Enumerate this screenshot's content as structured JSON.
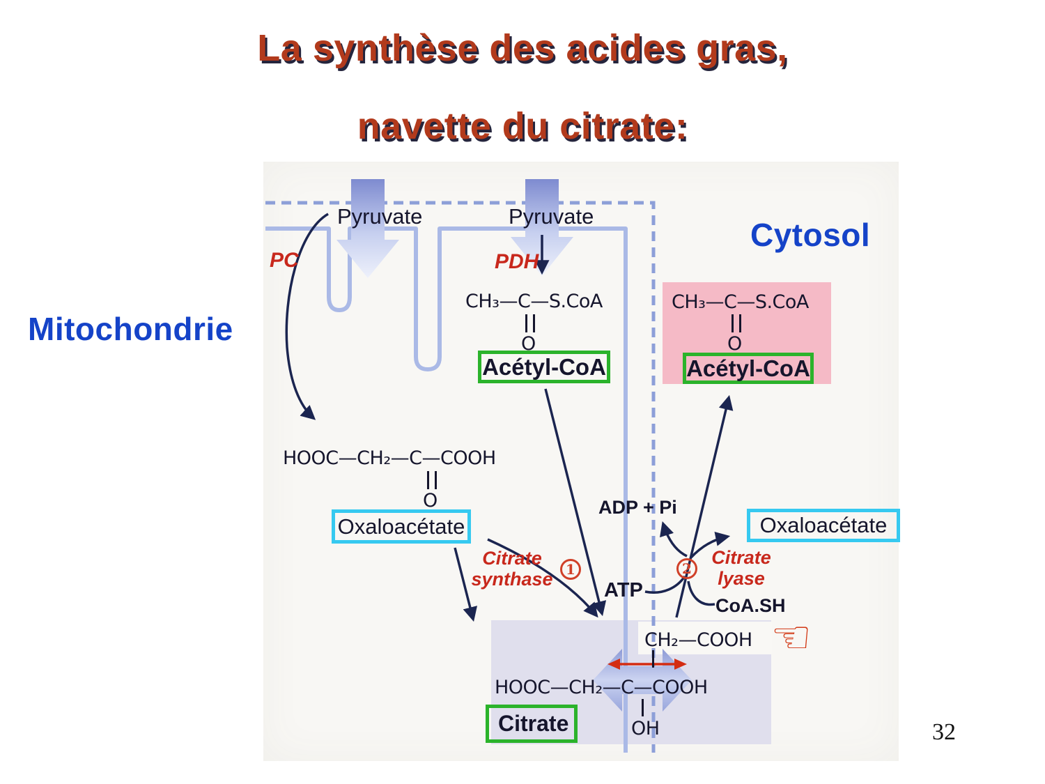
{
  "slide": {
    "title_line1": "La synthèse des acides gras,",
    "title_line2": "navette du citrate:",
    "page_number": "32"
  },
  "regions": {
    "mitochondrie": "Mitochondrie",
    "cytosol": "Cytosol"
  },
  "diagram": {
    "pyruvate_left": "Pyruvate",
    "pyruvate_right": "Pyruvate",
    "enzymes": {
      "pc": "PC",
      "pdh": "PDH",
      "citrate_synthase": [
        "Citrate",
        "synthase"
      ],
      "citrate_lyase": [
        "Citrate",
        "lyase"
      ],
      "step_1": "1",
      "step_2": "2"
    },
    "cofactors": {
      "adp_pi": "ADP + Pi",
      "atp": "ATP",
      "coa_sh": "CoA.SH"
    },
    "molecules": {
      "acetyl_coa_mito": {
        "formula": "CH₃—C—S.CoA",
        "carbonyl_o": "O",
        "label": "Acétyl-CoA"
      },
      "acetyl_coa_cyto": {
        "formula": "CH₃—C—S.CoA",
        "carbonyl_o": "O",
        "label": "Acétyl-CoA"
      },
      "oxaloacetate_mito": {
        "formula": "HOOC—CH₂—C—COOH",
        "carbonyl_o": "O",
        "label": "Oxaloacétate"
      },
      "oxaloacetate_cyto": {
        "label": "Oxaloacétate"
      },
      "citrate": {
        "top_arm": "CH₂—COOH",
        "backbone": "HOOC—CH₂—C—COOH",
        "hydroxyl": "OH",
        "label": "Citrate"
      }
    },
    "icons": {
      "pointing_hand": "☜"
    },
    "colors": {
      "title": "#b23a1c",
      "title_shadow": "#25253d",
      "region_label_blue": "#1543c8",
      "enzyme_red": "#c8281c",
      "step_badge_red": "#d04028",
      "green_box_border": "#2bb32b",
      "cyan_box_border": "#36c9f0",
      "pink_panel": "#f5bac6",
      "lavender_panel": "#e0dfed",
      "membrane_blue": "#aab9e6",
      "big_arrow_blue": "#8d9ad6",
      "diagram_ink": "#15152c",
      "red_arrow": "#d42c12"
    }
  }
}
